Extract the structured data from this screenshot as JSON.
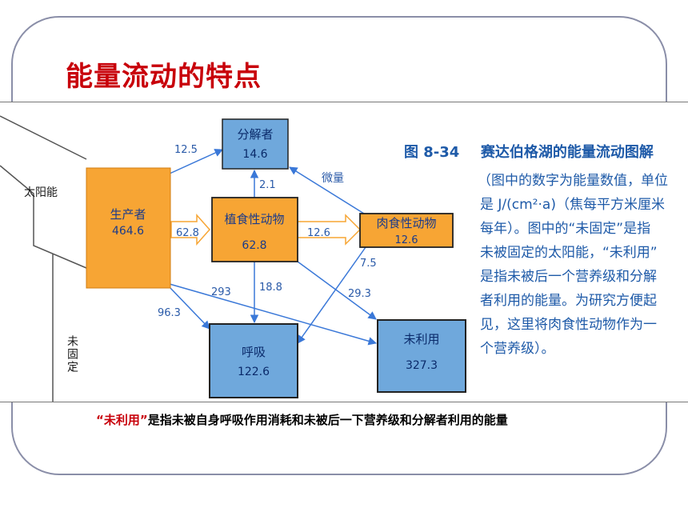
{
  "slide": {
    "title": "能量流动的特点"
  },
  "figure": {
    "caption_number": "图 8-34",
    "caption_title": "赛达伯格湖的能量流动图解",
    "caption_lines": [
      "（图中的数字为能量数值，单位",
      "是 J/(cm²·a)（焦每平方米厘米",
      "每年）。图中的“未固定”是指",
      "未被固定的太阳能，“未利用”",
      "是指未被后一个营养级和分解",
      "者利用的能量。为研究方便起",
      "见，这里将肉食性动物作为一",
      "个营养级）。"
    ]
  },
  "diagram": {
    "side_labels": {
      "solar": "太阳能",
      "unfixed": "未固定"
    },
    "nodes": {
      "producer": {
        "name": "生产者",
        "value": "464.6"
      },
      "herbivore": {
        "name": "植食性动物",
        "value": "62.8"
      },
      "carnivore": {
        "name": "肉食性动物",
        "value": "12.6"
      },
      "decomposer": {
        "name": "分解者",
        "value": "14.6"
      },
      "respiration": {
        "name": "呼吸",
        "value": "122.6"
      },
      "unused": {
        "name": "未利用",
        "value": "327.3"
      }
    },
    "flow_labels": {
      "producer_to_decomposer": "12.5",
      "producer_to_herbivore": "62.8",
      "herbivore_to_carnivore": "12.6",
      "herbivore_to_decomposer": "2.1",
      "carnivore_to_decomposer": "微量",
      "producer_to_unused": "293",
      "producer_to_respiration": "96.3",
      "herbivore_to_respiration": "18.8",
      "herbivore_to_unused": "29.3",
      "carnivore_to_respiration": "7.5"
    },
    "colors": {
      "orange": "#f7a534",
      "blue": "#6fa8dc",
      "arrow": "#3a78d8",
      "label": "#2a5aa8"
    }
  },
  "footer": {
    "quote_term": "“未利用”",
    "explanation": "是指未被自身呼吸作用消耗和未被后一下营养级和分解者利用的能量"
  }
}
